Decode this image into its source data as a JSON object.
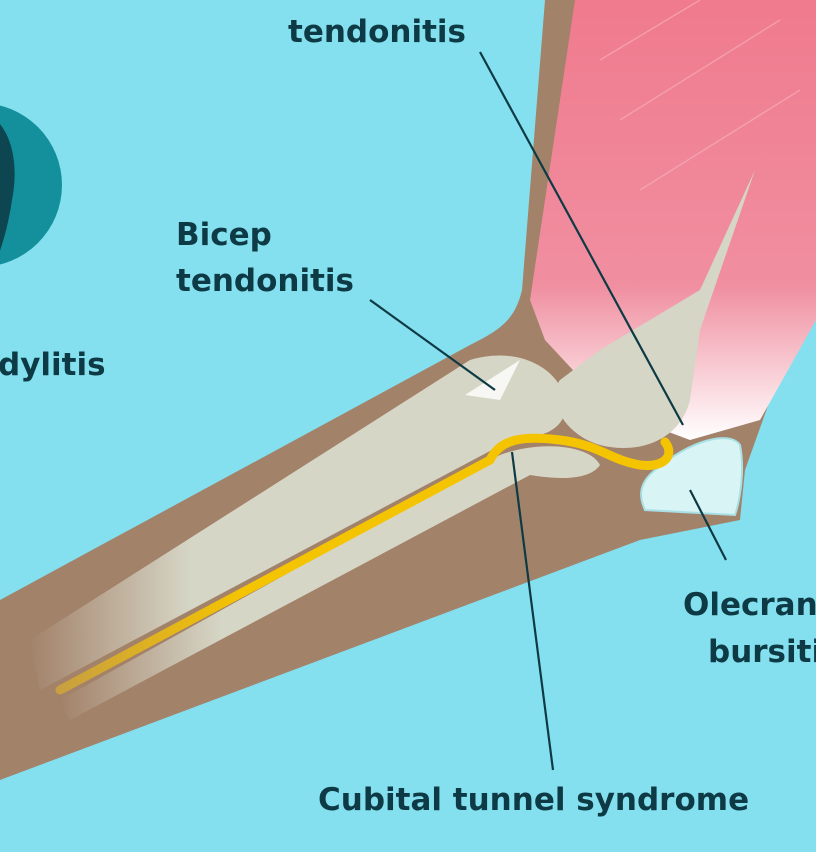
{
  "labels": {
    "tricep_tendonitis_line2": "tendonitis",
    "bicep_line1": "Bicep",
    "bicep_line2": "tendonitis",
    "epicondylitis_fragment": "dylitis",
    "cubital": "Cubital tunnel syndrome",
    "olecranon_line1": "Olecran",
    "olecranon_line2": "bursiti"
  },
  "colors": {
    "background": "#84e0ef",
    "skin": "#a3826a",
    "muscle": "#f07a8e",
    "bone": "#d6d6c6",
    "nerve": "#f5c400",
    "bursa": "#d9f4f5",
    "text": "#0d3a44",
    "inset_circle": "#14909c"
  }
}
